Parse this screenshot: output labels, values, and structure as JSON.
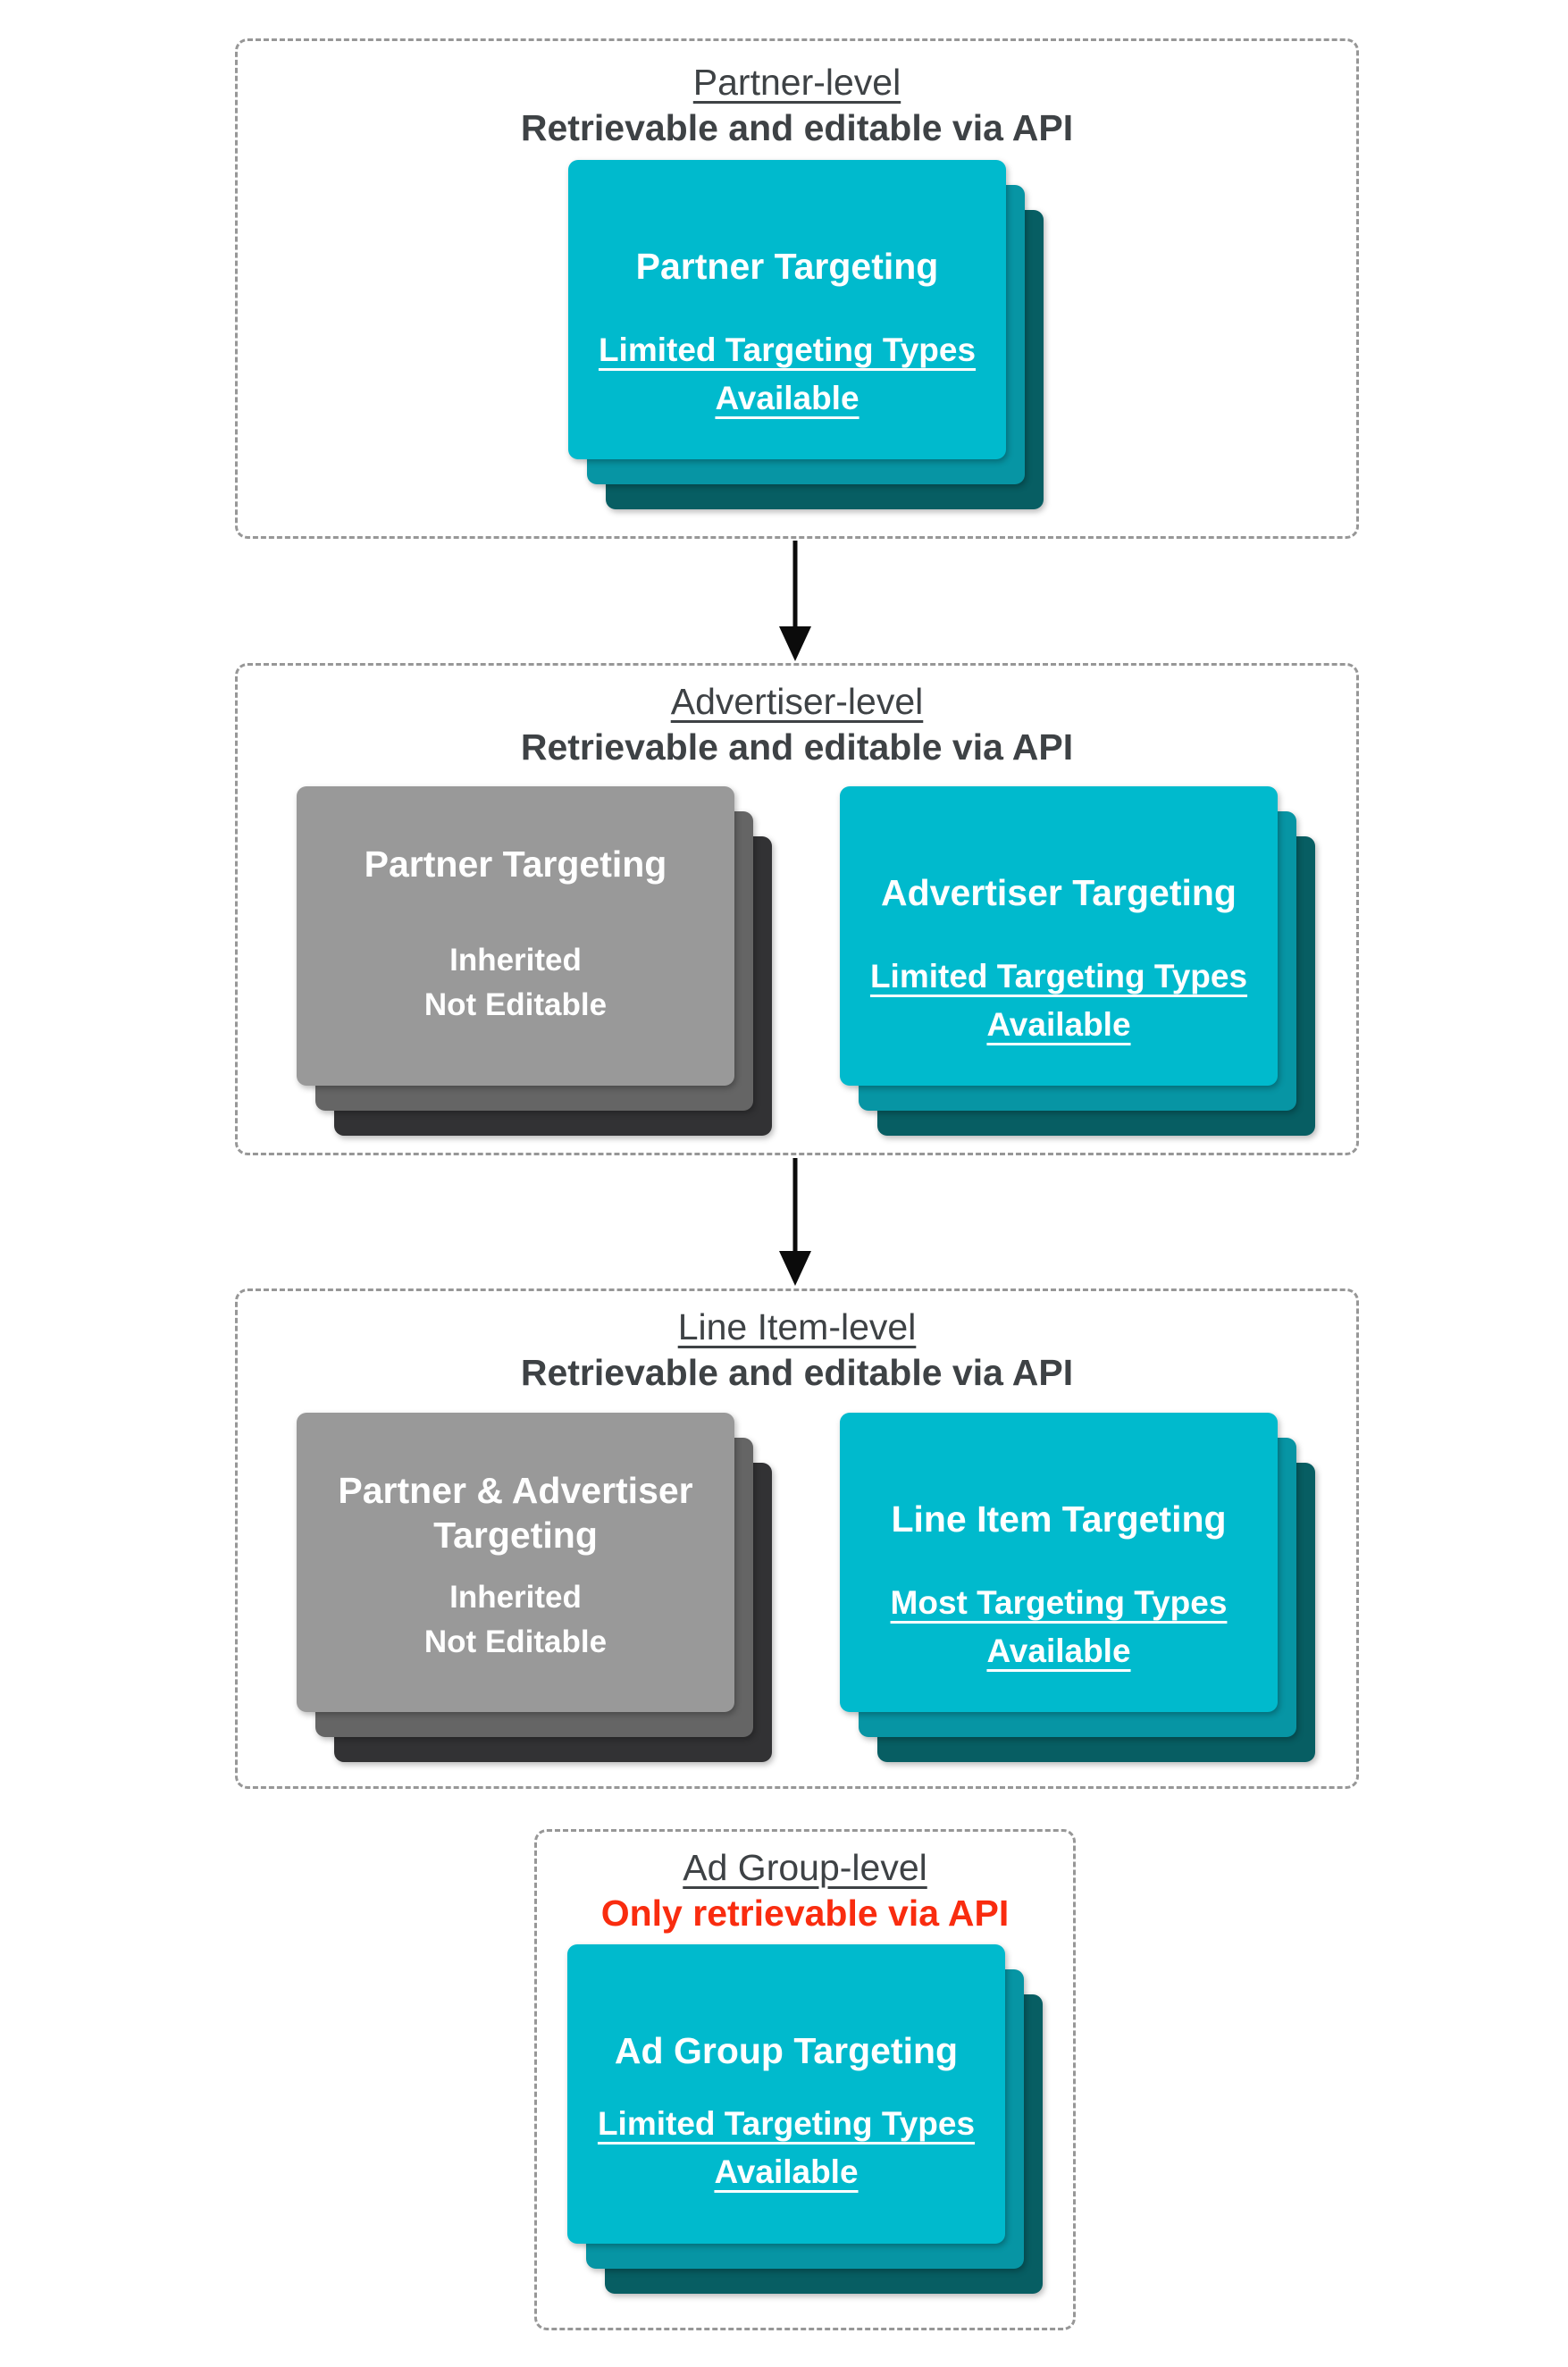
{
  "colors": {
    "card_cyan": "#00bacd",
    "card_cyan_mid": "#0795a4",
    "card_cyan_back": "#075e63",
    "card_gray": "#999999",
    "card_gray_mid": "#656565",
    "card_gray_back": "#323234",
    "card_text": "#ffffff",
    "heading_text": "#3e4245",
    "warning_red": "#f92c0f",
    "dashed_border": "#979797",
    "arrow_black": "#0b0b0b"
  },
  "sections": [
    {
      "title": "Partner-level",
      "subtitle": "Retrievable and editable via API",
      "cards": [
        {
          "style": "cyan",
          "title": "Partner Targeting",
          "body": "Limited Targeting Types Available"
        }
      ]
    },
    {
      "title": "Advertiser-level",
      "subtitle": "Retrievable and editable via API",
      "cards": [
        {
          "style": "gray",
          "title": "Partner Targeting",
          "body_lines": [
            "Inherited",
            "Not Editable"
          ]
        },
        {
          "style": "cyan",
          "title": "Advertiser Targeting",
          "body": "Limited Targeting Types Available"
        }
      ]
    },
    {
      "title": "Line Item-level",
      "subtitle": "Retrievable and editable via API",
      "cards": [
        {
          "style": "gray",
          "title": "Partner & Advertiser Targeting",
          "body_lines": [
            "Inherited",
            "Not Editable"
          ]
        },
        {
          "style": "cyan",
          "title": "Line Item Targeting",
          "body": "Most Targeting Types Available"
        }
      ]
    },
    {
      "title": "Ad Group-level",
      "subtitle": "Only retrievable via API",
      "cards": [
        {
          "style": "cyan",
          "title": "Ad Group Targeting",
          "body": "Limited Targeting Types Available"
        }
      ]
    }
  ]
}
